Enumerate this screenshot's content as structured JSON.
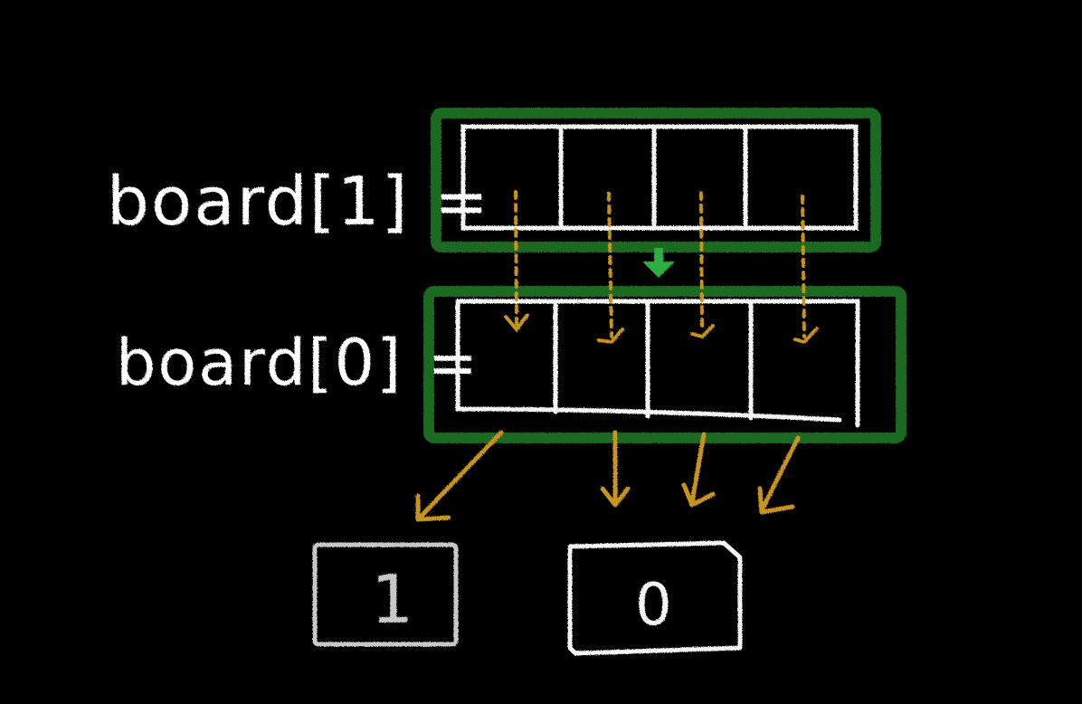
{
  "labels": {
    "row1": "board[1] =",
    "row0": "board[0] ="
  },
  "outputs": {
    "left": "1",
    "right": "0"
  },
  "colors": {
    "background": "#000000",
    "chalk": "#f4f4f4",
    "dim_chalk": "#c8c8c8",
    "green_frame": "#1f6b24",
    "green_arrow": "#2fae3f",
    "orange_arrow": "#c9941c"
  }
}
